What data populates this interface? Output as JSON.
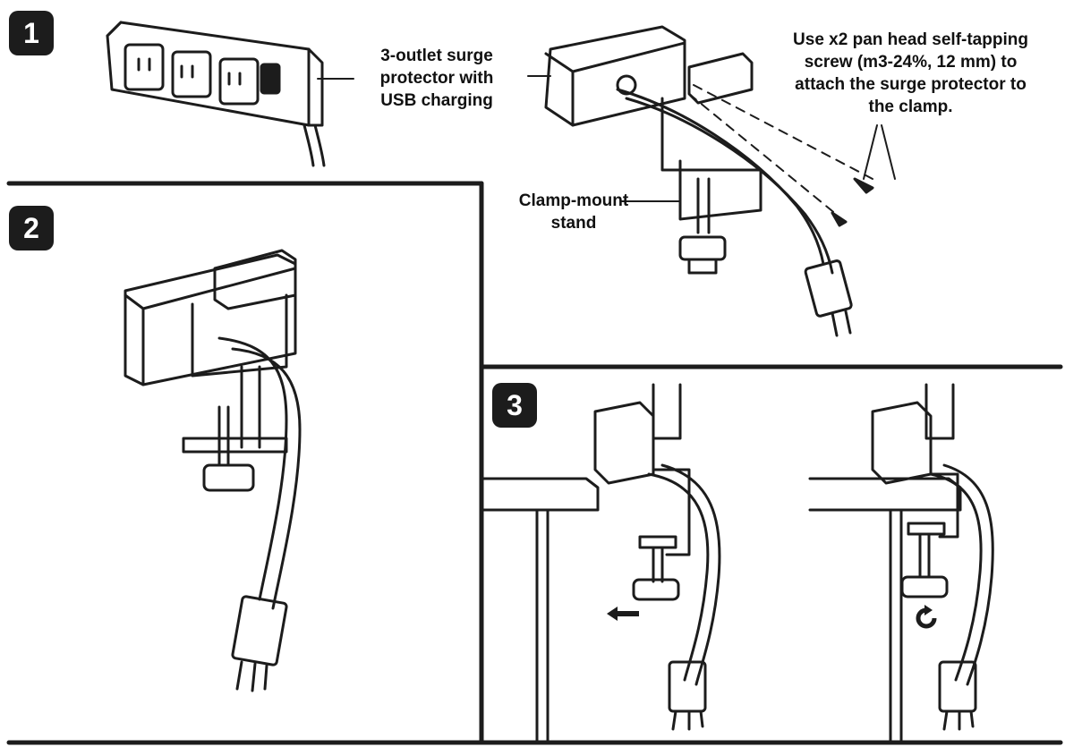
{
  "steps": {
    "step1": {
      "number": "1"
    },
    "step2": {
      "number": "2"
    },
    "step3": {
      "number": "3"
    }
  },
  "callouts": {
    "surge_protector": [
      "3-outlet surge",
      "protector with",
      "USB charging"
    ],
    "screw_instruction": [
      "Use x2 pan head self-tapping",
      "screw (m3-24%, 12 mm) to",
      "attach the surge protector to",
      "the clamp."
    ],
    "clamp_stand": [
      "Clamp-mount",
      "stand"
    ]
  },
  "colors": {
    "ink": "#1c1c1c",
    "paper": "#ffffff"
  },
  "icons": {
    "slide_direction": "left-arrow-icon",
    "tighten": "rotate-icon"
  }
}
